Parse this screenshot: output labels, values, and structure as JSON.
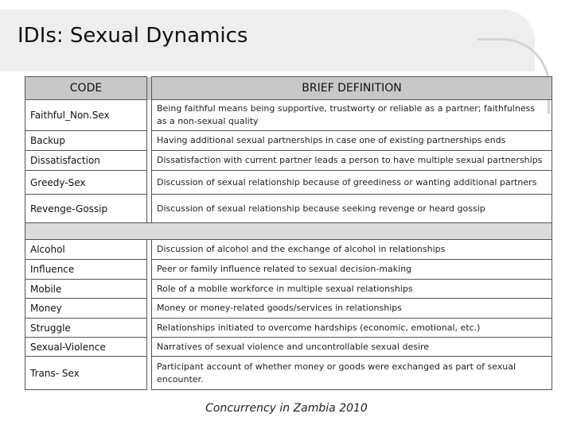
{
  "title": "IDIs: Sexual Dynamics",
  "table": {
    "headers": {
      "code": "CODE",
      "definition": "BRIEF DEFINITION"
    },
    "group1": [
      {
        "code": "Faithful_Non.Sex",
        "definition": "Being faithful means being supportive, trustworty or reliable as a partner; faithfulness as a non-sexual quality"
      },
      {
        "code": "Backup",
        "definition": "Having additional sexual  partnerships in case one of existing partnerships ends"
      },
      {
        "code": "Dissatisfaction",
        "definition": "Dissatisfaction with current partner leads a person to have multiple sexual partnerships"
      },
      {
        "code": "Greedy-Sex",
        "definition": "Discussion of sexual relationship because of greediness or wanting additional partners"
      },
      {
        "code": "Revenge-Gossip",
        "definition": "Discussion of sexual relationship because seeking revenge or heard gossip"
      }
    ],
    "group2": [
      {
        "code": "Alcohol",
        "definition": "Discussion of alcohol and the exchange of alcohol in relationships"
      },
      {
        "code": "Influence",
        "definition": "Peer or family influence related to sexual decision-making"
      },
      {
        "code": "Mobile",
        "definition": "Role of a mobile workforce in multiple sexual relationships"
      },
      {
        "code": "Money",
        "definition": "Money or money-related goods/services in relationships"
      },
      {
        "code": "Struggle",
        "definition": "Relationships initiated to overcome hardships (economic, emotional, etc.)"
      },
      {
        "code": "Sexual-Violence",
        "definition": "Narratives of sexual violence and uncontrollable sexual desire"
      },
      {
        "code": "Trans- Sex",
        "definition": "Participant account of whether money or goods were exchanged as part of sexual encounter."
      }
    ]
  },
  "footer": "Concurrency in Zambia 2010"
}
